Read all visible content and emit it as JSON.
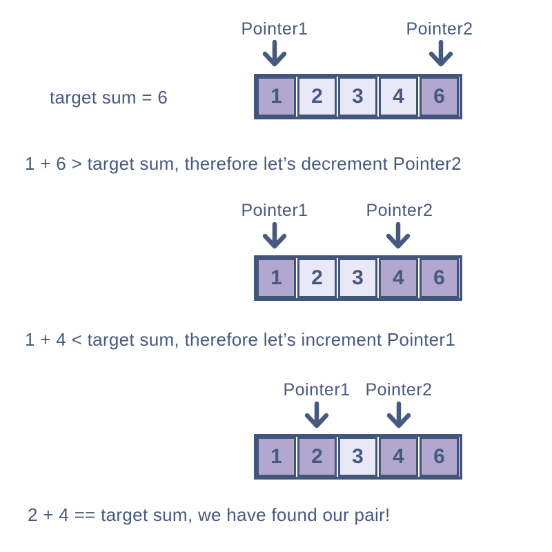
{
  "colors": {
    "text": "#47597f",
    "border": "#44557c",
    "cell_highlight": "#b2a7ce",
    "cell_light": "#e9e8f7",
    "background": "#ffffff"
  },
  "target_label": "target sum = 6",
  "stages": [
    {
      "pointer1_label": "Pointer1",
      "pointer2_label": "Pointer2",
      "pointer1_index": 0,
      "pointer2_index": 4,
      "cells": [
        {
          "value": "1",
          "highlighted": true
        },
        {
          "value": "2",
          "highlighted": false
        },
        {
          "value": "3",
          "highlighted": false
        },
        {
          "value": "4",
          "highlighted": false
        },
        {
          "value": "6",
          "highlighted": true
        }
      ],
      "caption": "1 + 6 > target sum, therefore let’s decrement Pointer2"
    },
    {
      "pointer1_label": "Pointer1",
      "pointer2_label": "Pointer2",
      "pointer1_index": 0,
      "pointer2_index": 3,
      "cells": [
        {
          "value": "1",
          "highlighted": true
        },
        {
          "value": "2",
          "highlighted": false
        },
        {
          "value": "3",
          "highlighted": false
        },
        {
          "value": "4",
          "highlighted": true
        },
        {
          "value": "6",
          "highlighted": true
        }
      ],
      "caption": "1 + 4 < target sum, therefore let’s increment Pointer1"
    },
    {
      "pointer1_label": "Pointer1",
      "pointer2_label": "Pointer2",
      "pointer1_index": 1,
      "pointer2_index": 3,
      "cells": [
        {
          "value": "1",
          "highlighted": true
        },
        {
          "value": "2",
          "highlighted": true
        },
        {
          "value": "3",
          "highlighted": false
        },
        {
          "value": "4",
          "highlighted": true
        },
        {
          "value": "6",
          "highlighted": true
        }
      ],
      "caption": "2 + 4 == target sum, we have found our pair!"
    }
  ]
}
